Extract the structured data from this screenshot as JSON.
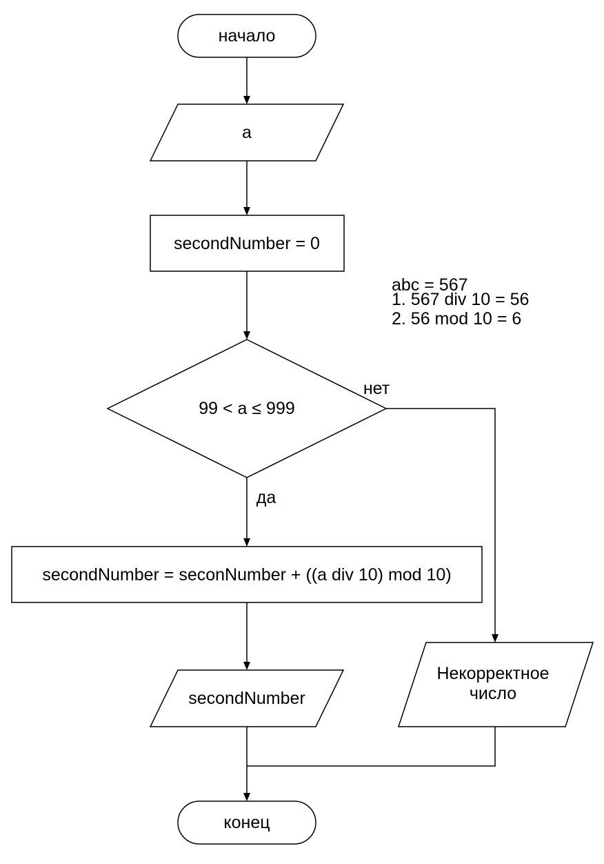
{
  "nodes": {
    "start": "начало",
    "input": "a",
    "init": "secondNumber = 0",
    "condition": "99 < a ≤ 999",
    "compute": "secondNumber = seconNumber + ((a  div 10) mod 10)",
    "output": "secondNumber",
    "error_line1": "Некорректное",
    "error_line2": "число",
    "end": "конец"
  },
  "branches": {
    "yes": "да",
    "no": "нет"
  },
  "note": [
    "abc = 567",
    "1. 567 div 10 = 56",
    "2. 56 mod 10 = 6"
  ]
}
